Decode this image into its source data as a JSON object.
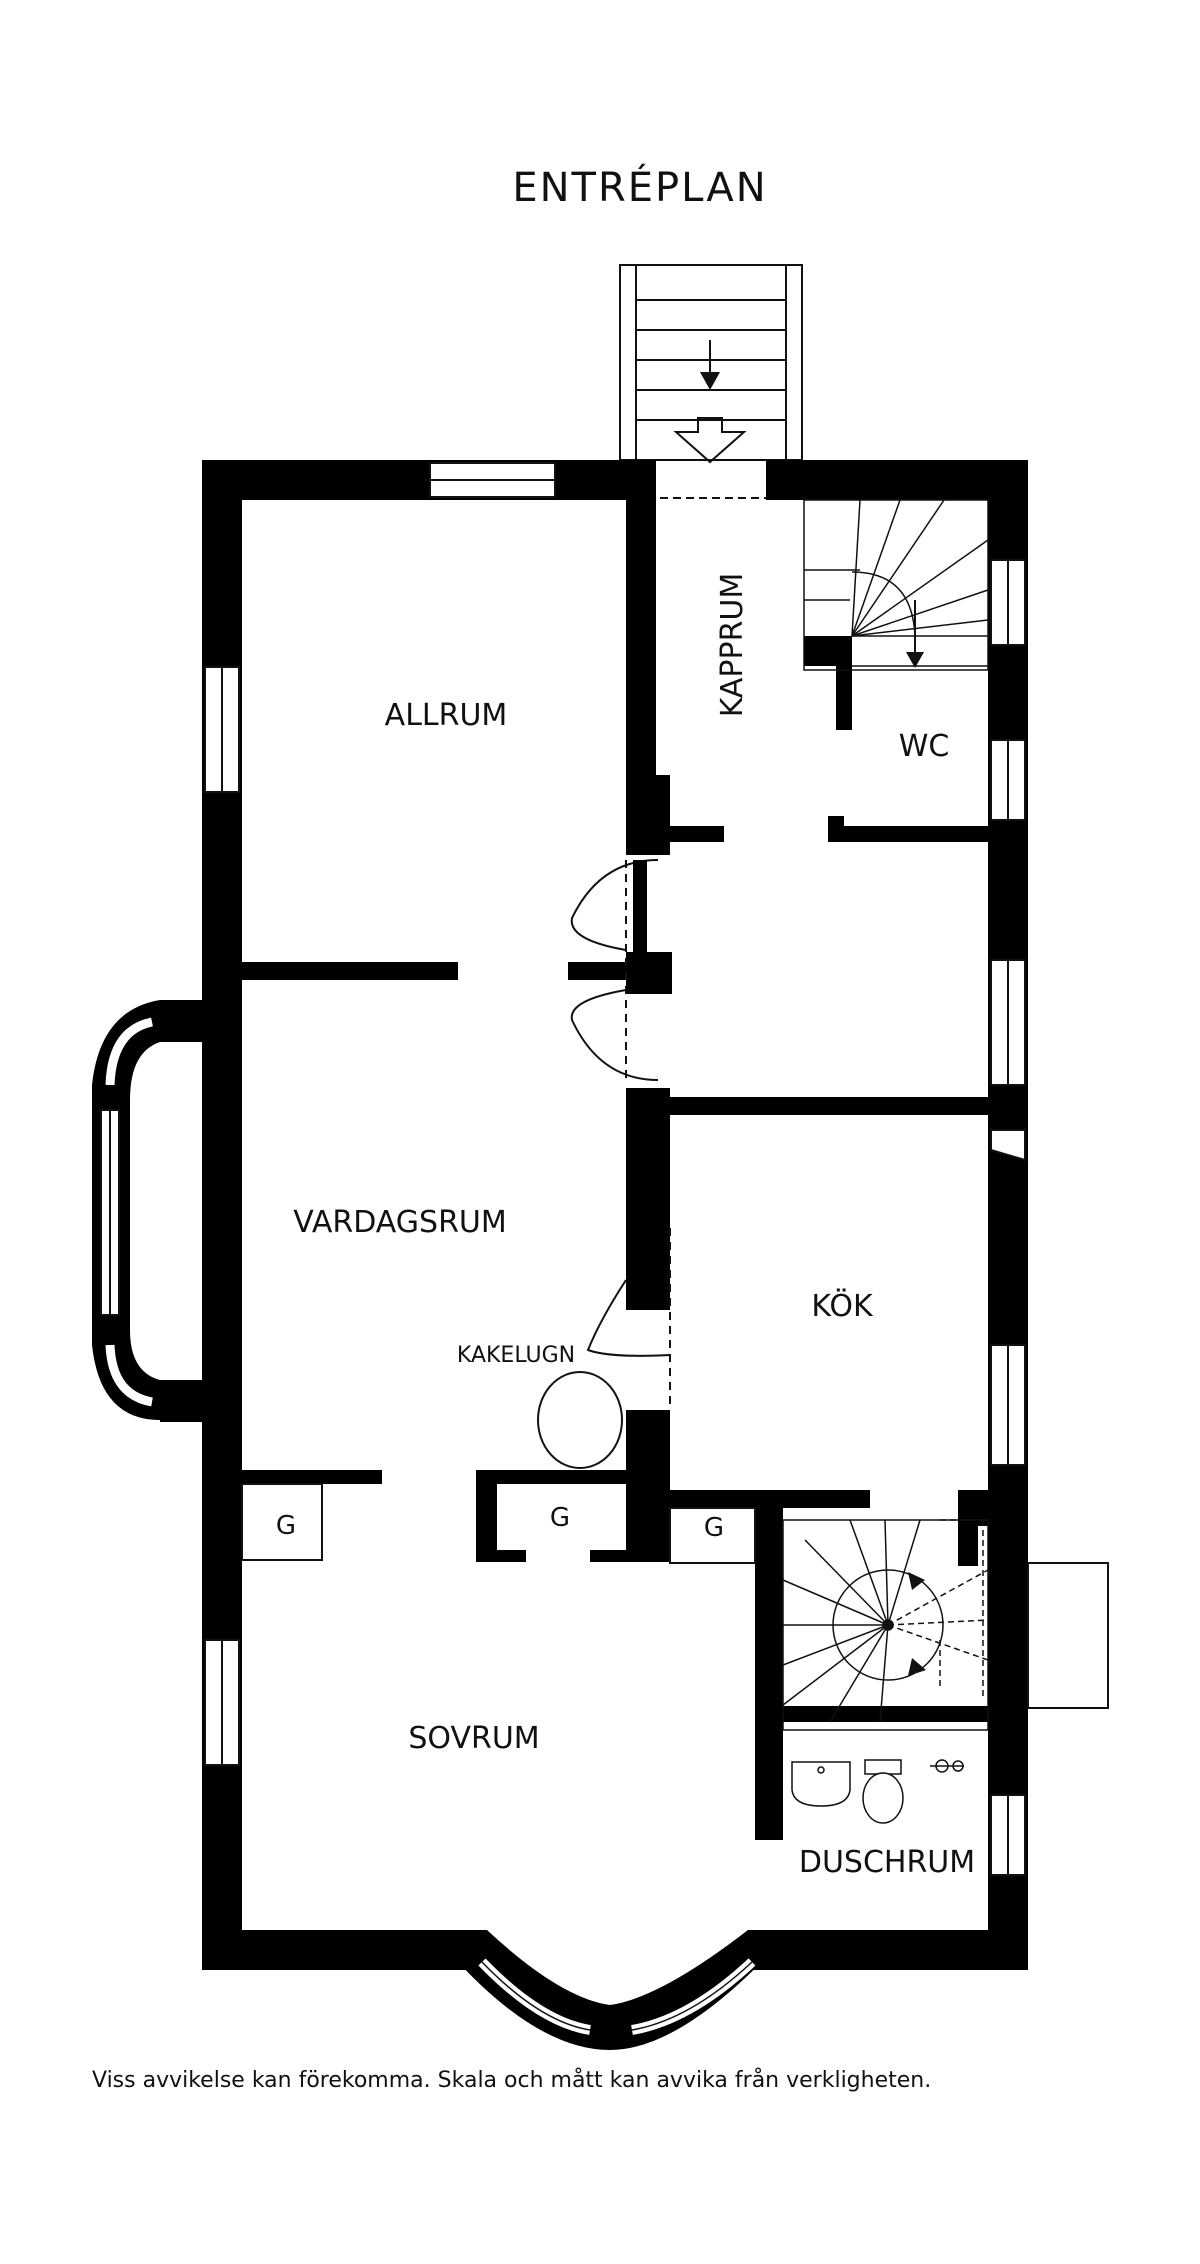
{
  "title": "ENTRÉPLAN",
  "rooms": {
    "allrum": "ALLRUM",
    "kapprum": "KAPPRUM",
    "wc": "WC",
    "vardagsrum": "VARDAGSRUM",
    "kok": "KÖK",
    "kakelugn": "KAKELUGN",
    "sovrum": "SOVRUM",
    "duschrum": "DUSCHRUM",
    "g": "G"
  },
  "disclaimer": "Viss avvikelse kan förekomma. Skala och mått kan avvika från verkligheten."
}
